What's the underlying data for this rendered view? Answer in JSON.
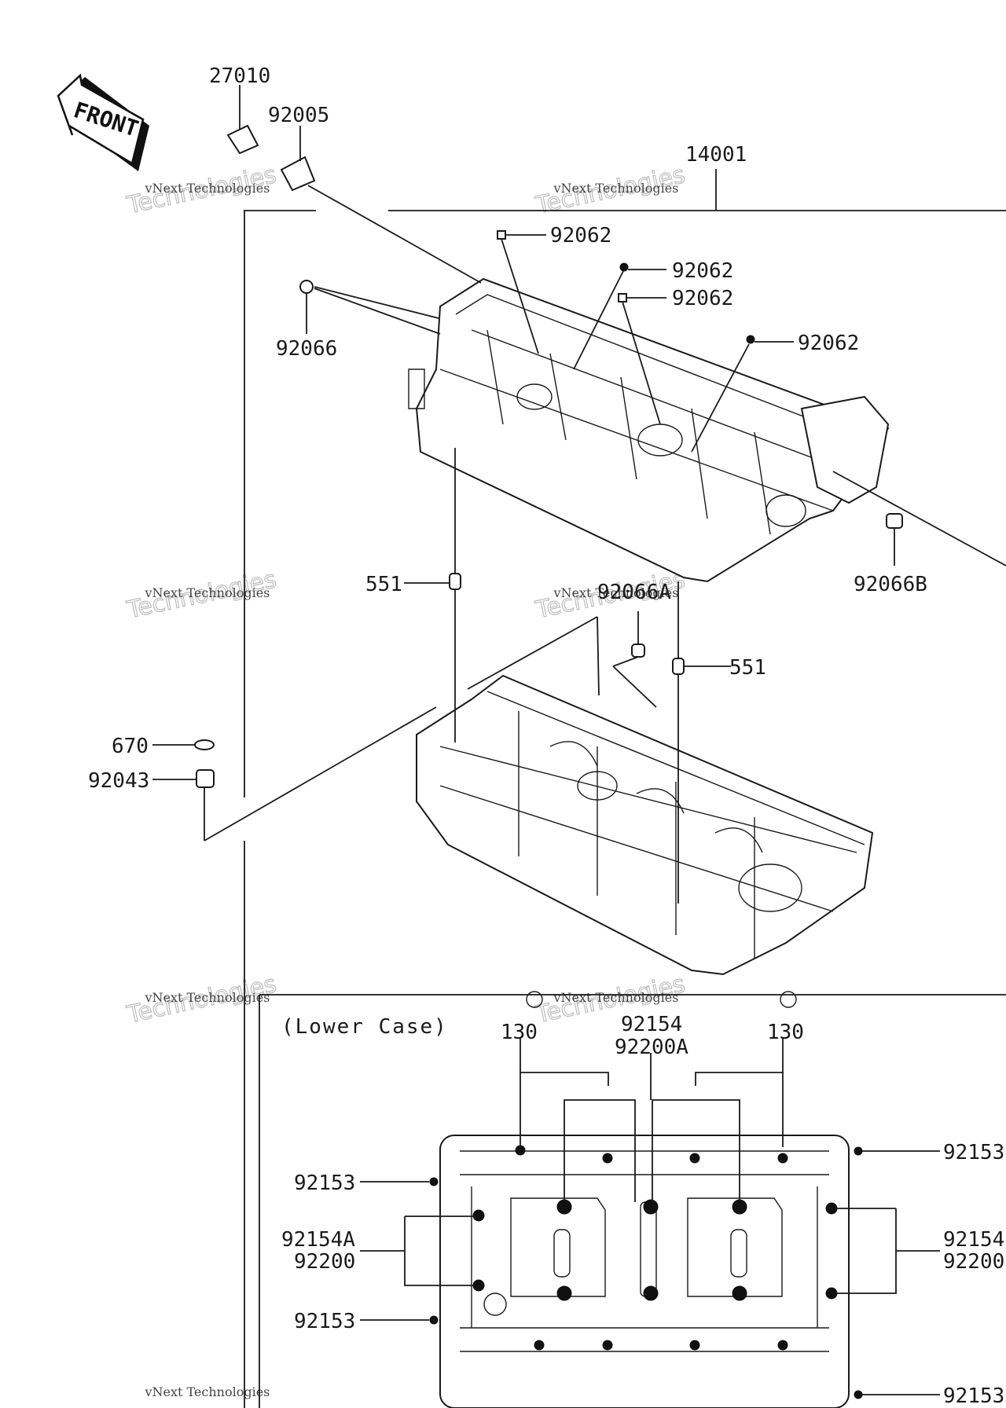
{
  "front_badge": {
    "text": "FRONT"
  },
  "note": {
    "lower_case": "(Lower Case)"
  },
  "watermark": {
    "line1": "vNext Technologies",
    "line2": "Technologies"
  },
  "labels": {
    "l27010": "27010",
    "l92005": "92005",
    "l14001": "14001",
    "l92062a": "92062",
    "l92062b": "92062",
    "l92062c": "92062",
    "l92062d": "92062",
    "l92066": "92066",
    "l92066B": "92066B",
    "l551a": "551",
    "l92066A": "92066A",
    "l551b": "551",
    "l670": "670",
    "l92043": "92043",
    "l130a": "130",
    "l92154top": "92154",
    "l92200A": "92200A",
    "l130b": "130",
    "l92153r1": "92153",
    "l92153l1": "92153",
    "l92154A": "92154A",
    "l92200l": "92200",
    "l92154r": "92154",
    "l92200r": "92200",
    "l92153l2": "92153",
    "l92153r2": "92153"
  }
}
